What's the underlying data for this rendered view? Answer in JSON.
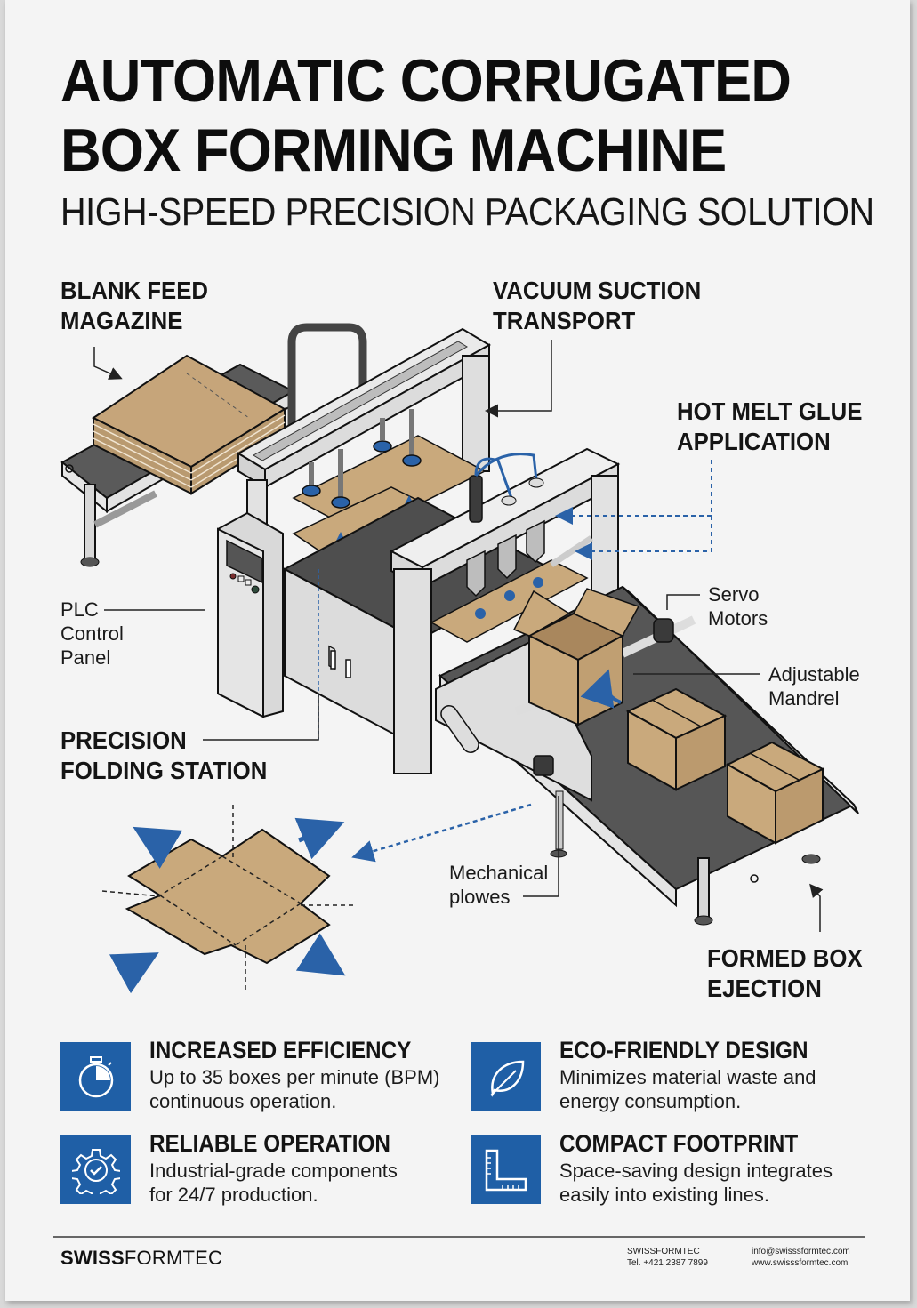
{
  "header": {
    "title_line1": "AUTOMATIC CORRUGATED",
    "title_line2": "BOX FORMING MACHINE",
    "subtitle": "HIGH-SPEED PRECISION PACKAGING SOLUTION"
  },
  "callouts": {
    "blank_feed": [
      "BLANK FEED",
      "MAGAZINE"
    ],
    "vacuum": [
      "VACUUM SUCTION",
      "TRANSPORT"
    ],
    "glue": [
      "HOT MELT GLUE",
      "APPLICATION"
    ],
    "plc": [
      "PLC",
      "Control",
      "Panel"
    ],
    "servo": [
      "Servo",
      "Motors"
    ],
    "mandrel": [
      "Adjustable",
      "Mandrel"
    ],
    "folding": [
      "PRECISION",
      "FOLDING STATION"
    ],
    "plowes": [
      "Mechanical",
      "plowes"
    ],
    "ejection": [
      "FORMED BOX",
      "EJECTION"
    ]
  },
  "features": [
    {
      "icon": "stopwatch-icon",
      "title": "INCREASED EFFICIENCY",
      "line1": "Up to 35 boxes per minute (BPM)",
      "line2": "continuous operation."
    },
    {
      "icon": "leaf-icon",
      "title": "ECO-FRIENDLY DESIGN",
      "line1": "Minimizes material waste and",
      "line2": "energy consumption."
    },
    {
      "icon": "gear-check-icon",
      "title": "RELIABLE OPERATION",
      "line1": "Industrial-grade components",
      "line2": "for 24/7 production."
    },
    {
      "icon": "square-ruler-icon",
      "title": "COMPACT FOOTPRINT",
      "line1": "Space-saving design integrates",
      "line2": "easily into existing lines."
    }
  ],
  "footer": {
    "brand_bold": "SWISS",
    "brand_light": "FORMTEC",
    "company": "SWISSFORMTEC",
    "phone": "Tel. +421 2387 7899",
    "email": "info@swisssformtec.com",
    "website": "www.swisssformtec.com"
  },
  "colors": {
    "accent_blue": "#1f5fa6",
    "cardboard": "#c9a97c",
    "steel": "#dcdcdc",
    "belt": "#555555",
    "background": "#f4f4f4"
  }
}
